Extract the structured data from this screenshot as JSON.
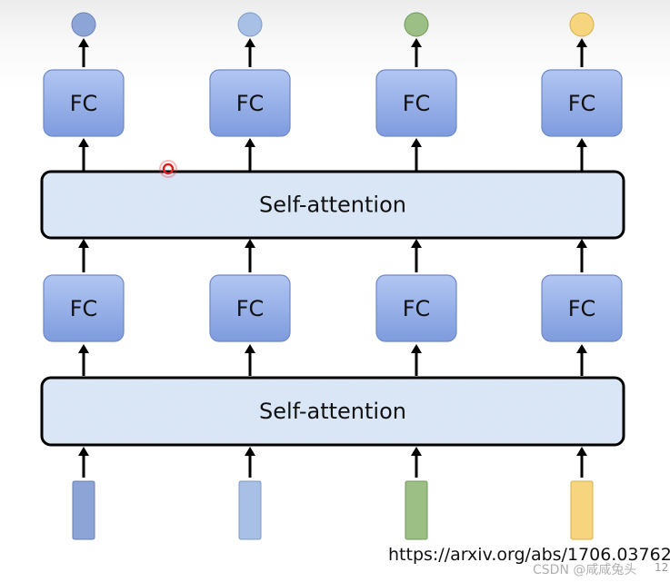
{
  "fc_label": "FC",
  "self_attention_label": "Self-attention",
  "columns": [
    {
      "color": "#8da4d6",
      "stroke": "#6a81b8"
    },
    {
      "color": "#a8c0e6",
      "stroke": "#7c98c8"
    },
    {
      "color": "#9bbf84",
      "stroke": "#6f9a5a"
    },
    {
      "color": "#f6d57e",
      "stroke": "#d8ae45"
    }
  ],
  "colors": {
    "fc_box_top": "#a9bff0",
    "fc_box_bottom": "#7f9ddf",
    "fc_border": "#6f89c6",
    "self_attention_fill": "#dfeaf7",
    "self_attention_border": "#000000",
    "arrow": "#000000"
  },
  "reference_url": "https://arxiv.org/abs/1706.03762",
  "watermark": "CSDN @咸咸兔头",
  "corner_number": "12"
}
